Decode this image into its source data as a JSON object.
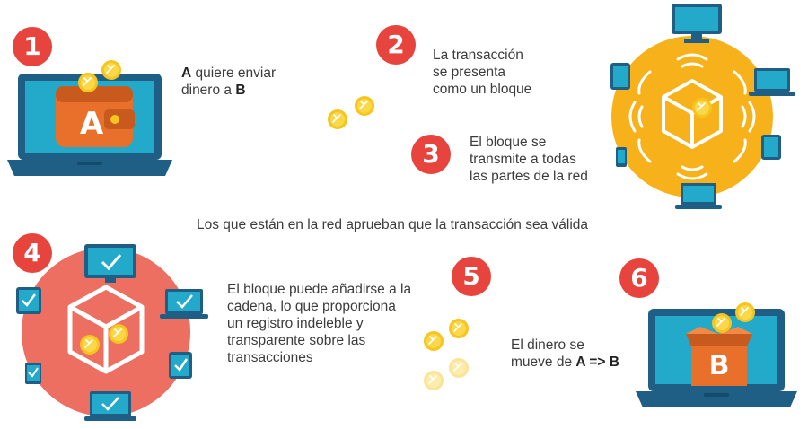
{
  "steps": [
    {
      "number": "1",
      "text_pre": "",
      "letter": "A",
      "text": " quiere enviar",
      "text2": "dinero a ",
      "letter2": "B"
    },
    {
      "number": "2",
      "lines": [
        "La transacción",
        "se presenta",
        "como un bloque"
      ]
    },
    {
      "number": "3",
      "lines": [
        "El bloque se",
        "transmite a todas",
        "las partes de la red"
      ]
    },
    {
      "number": "4",
      "lines": [
        "El bloque puede añadirse a la",
        "cadena, lo que proporciona",
        "un registro indeleble y",
        "transparente sobre las",
        "transacciones"
      ]
    },
    {
      "number": "5"
    },
    {
      "number": "6",
      "line1": "El dinero se",
      "line2_pre": "mueve de ",
      "line2_bold": "A => B"
    }
  ],
  "network_caption": "Los que están en la red aprueban que la transacción sea válida",
  "wallet_label": "A",
  "box_label": "B",
  "colors": {
    "badge": "#e6443c",
    "laptop": "#1f5f86",
    "screen": "#23a9c9",
    "coin": "#f7c51e",
    "network_circle": "#f7b21b",
    "validation_circle": "#ec6f62",
    "wallet": "#e8702a",
    "box": "#e8702a"
  },
  "icons": [
    "laptop-icon",
    "wallet-icon",
    "coin-icon",
    "cube-icon",
    "wifi-icon",
    "monitor-icon",
    "tablet-icon",
    "phone-icon",
    "checkmark-icon",
    "box-icon"
  ]
}
